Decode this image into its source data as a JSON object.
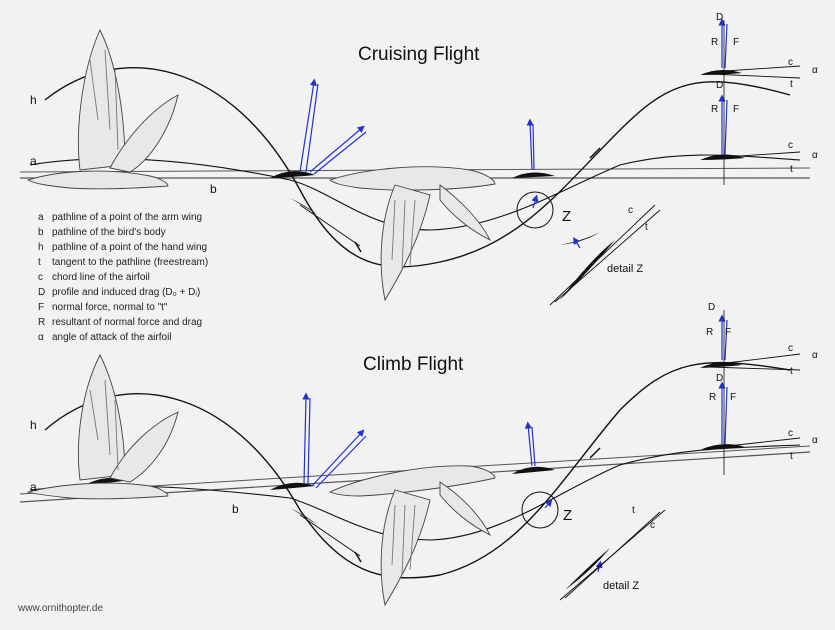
{
  "panels": [
    {
      "title": "Cruising Flight",
      "labels": {
        "h": "h",
        "a": "a",
        "b": "b",
        "z": "Z",
        "detail": "detail Z",
        "c": "c",
        "t": "t",
        "alpha": "α",
        "D": "D",
        "R": "R",
        "F": "F"
      }
    },
    {
      "title": "Climb Flight",
      "labels": {
        "h": "h",
        "a": "a",
        "b": "b",
        "z": "Z",
        "detail": "detail Z",
        "c": "c",
        "t": "t",
        "alpha": "α",
        "D": "D",
        "R": "R",
        "F": "F"
      }
    }
  ],
  "legend": [
    {
      "symbol": "a",
      "text": "pathline of a point of the arm wing"
    },
    {
      "symbol": "b",
      "text": "pathline of the bird's body"
    },
    {
      "symbol": "h",
      "text": "pathline of a point of the hand wing"
    },
    {
      "symbol": "t",
      "text": "tangent to the pathline (freestream)"
    },
    {
      "symbol": "c",
      "text": "chord line of the airfoil"
    },
    {
      "symbol": "D",
      "text": "profile and induced drag (D₀ + Dᵢ)"
    },
    {
      "symbol": "F",
      "text": "normal force, normal to \"t\""
    },
    {
      "symbol": "R",
      "text": "resultant of normal force and drag"
    },
    {
      "symbol": "α",
      "text": "angle of attack of the airfoil"
    }
  ],
  "website": "www.ornithopter.de",
  "colors": {
    "background": "#f2f2f2",
    "line": "#111111",
    "force_vectors": "#2233cc",
    "bird_fill": "#e8e8e8"
  }
}
